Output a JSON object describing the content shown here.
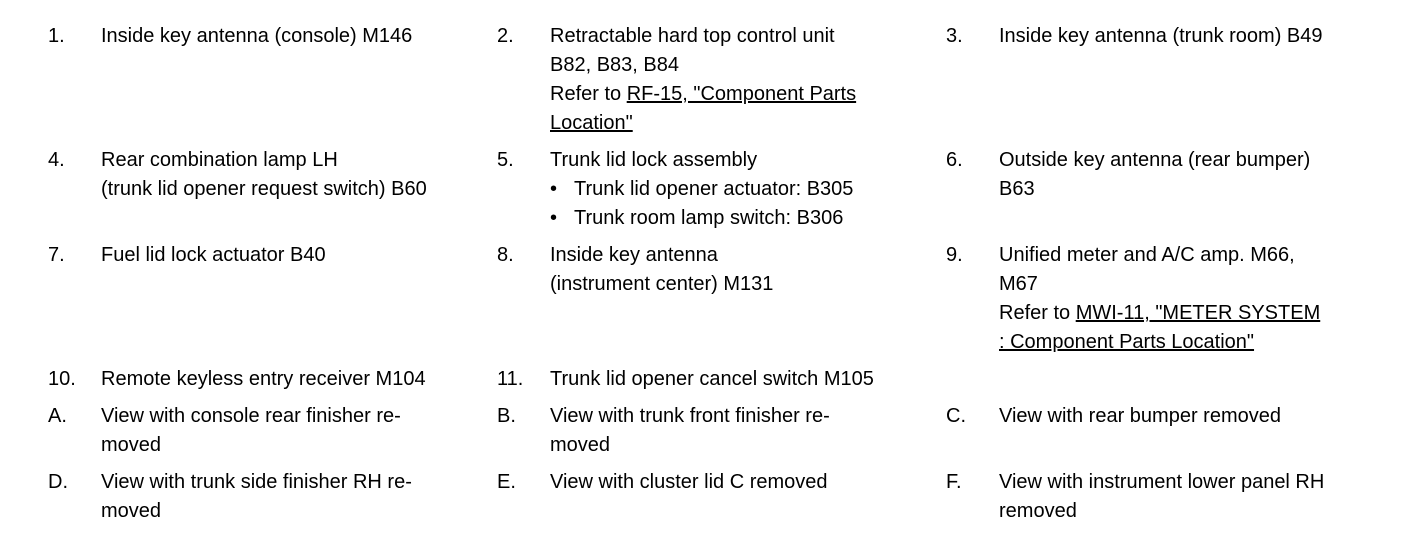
{
  "rows": [
    {
      "cells": [
        {
          "num": "1.",
          "lines": [
            "Inside key antenna (console) M146"
          ]
        },
        {
          "num": "2.",
          "lines": [
            "Retractable hard top control unit",
            "B82, B83, B84"
          ],
          "ref_prefix": "Refer to ",
          "ref_lines": [
            "RF-15, \"Component Parts ",
            "Location\""
          ]
        },
        {
          "num": "3.",
          "lines": [
            "Inside key antenna (trunk room) B49"
          ]
        }
      ]
    },
    {
      "cells": [
        {
          "num": "4.",
          "lines": [
            "Rear combination lamp LH",
            "(trunk lid opener request switch) B60"
          ]
        },
        {
          "num": "5.",
          "lines": [
            "Trunk lid lock assembly"
          ],
          "bullets": [
            "Trunk lid opener actuator: B305",
            "Trunk room lamp switch: B306"
          ]
        },
        {
          "num": "6.",
          "lines": [
            "Outside key antenna (rear bumper)",
            "B63"
          ]
        }
      ]
    },
    {
      "cells": [
        {
          "num": "7.",
          "lines": [
            "Fuel lid lock actuator B40"
          ]
        },
        {
          "num": "8.",
          "lines": [
            "Inside key antenna",
            "(instrument center) M131"
          ]
        },
        {
          "num": "9.",
          "lines": [
            "Unified meter and A/C amp. M66,",
            "M67"
          ],
          "ref_prefix": "Refer to ",
          "ref_lines": [
            "MWI-11, \"METER SYSTEM ",
            ": Component Parts Location\""
          ]
        }
      ]
    },
    {
      "cells": [
        {
          "num": "10.",
          "lines": [
            "Remote keyless entry receiver M104"
          ]
        },
        {
          "num": "11.",
          "lines": [
            "Trunk lid opener cancel switch M105"
          ]
        },
        {
          "num": "",
          "lines": []
        }
      ]
    },
    {
      "cells": [
        {
          "num": "A.",
          "lines": [
            "View with console rear finisher re-",
            "moved"
          ]
        },
        {
          "num": "B.",
          "lines": [
            "View with trunk front finisher re-",
            "moved"
          ]
        },
        {
          "num": "C.",
          "lines": [
            "View with rear bumper removed"
          ]
        }
      ]
    },
    {
      "cells": [
        {
          "num": "D.",
          "lines": [
            "View with trunk side finisher RH re-",
            "moved"
          ]
        },
        {
          "num": "E.",
          "lines": [
            "View with cluster lid C removed"
          ]
        },
        {
          "num": "F.",
          "lines": [
            "View with instrument lower panel RH",
            "removed"
          ]
        }
      ]
    }
  ],
  "bullet_char": "•"
}
